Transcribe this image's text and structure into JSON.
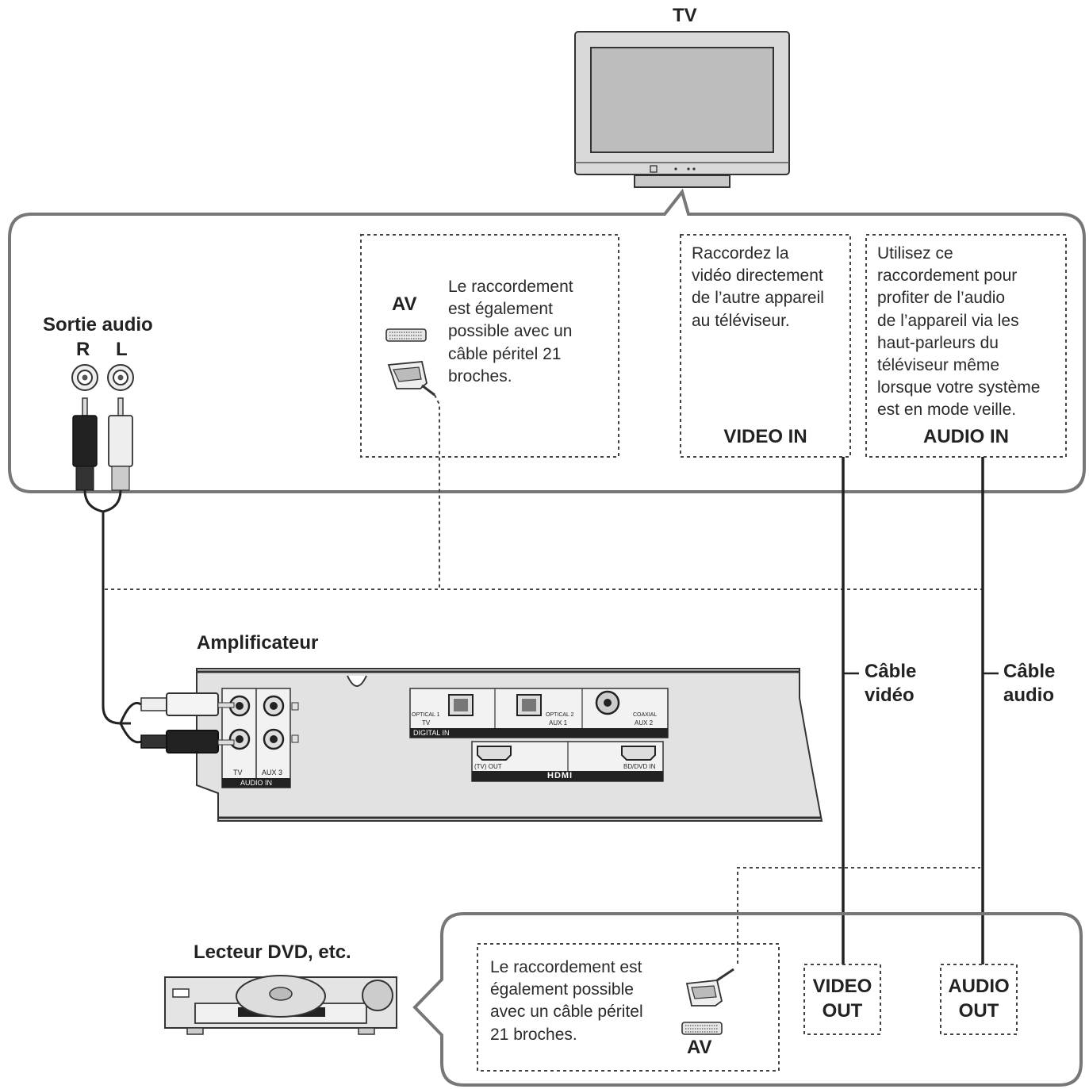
{
  "tv": {
    "label": "TV"
  },
  "tv_panel": {
    "audio_output": {
      "title": "Sortie audio",
      "r": "R",
      "l": "L"
    },
    "av_box": {
      "label": "AV",
      "text": [
        "Le raccordement",
        "est également",
        "possible avec un",
        "câble péritel 21",
        "broches."
      ]
    },
    "video_in_box": {
      "text": [
        "Raccordez la",
        "vidéo directement",
        "de l’autre appareil",
        "au téléviseur."
      ],
      "label": "VIDEO IN"
    },
    "audio_in_box": {
      "text": [
        "Utilisez ce",
        "raccordement pour",
        "profiter de l’audio",
        "de l’appareil via les",
        "haut-parleurs du",
        "téléviseur même",
        "lorsque votre système",
        "est en mode veille."
      ],
      "label": "AUDIO IN"
    }
  },
  "amplifier": {
    "label": "Amplificateur",
    "panel": {
      "optical1": "OPTICAL 1",
      "tv": "TV",
      "optical2": "OPTICAL 2",
      "aux1": "AUX 1",
      "coaxial": "COAXIAL",
      "aux2": "AUX 2",
      "digital_in": "DIGITAL IN",
      "tv_out": "(TV) OUT",
      "bd_dvd_in": "BD/DVD IN",
      "hdmi": "HDMI",
      "audio_tv": "TV",
      "audio_aux3": "AUX 3",
      "audio_in": "AUDIO IN"
    }
  },
  "cables": {
    "video": [
      "Câble",
      "vidéo"
    ],
    "audio": [
      "Câble",
      "audio"
    ]
  },
  "dvd": {
    "label": "Lecteur DVD, etc.",
    "scart_text": [
      "Le raccordement est",
      "également possible",
      "avec un câble péritel",
      "21 broches."
    ],
    "av_label": "AV",
    "video_out": [
      "VIDEO",
      "OUT"
    ],
    "audio_out": [
      "AUDIO",
      "OUT"
    ]
  }
}
